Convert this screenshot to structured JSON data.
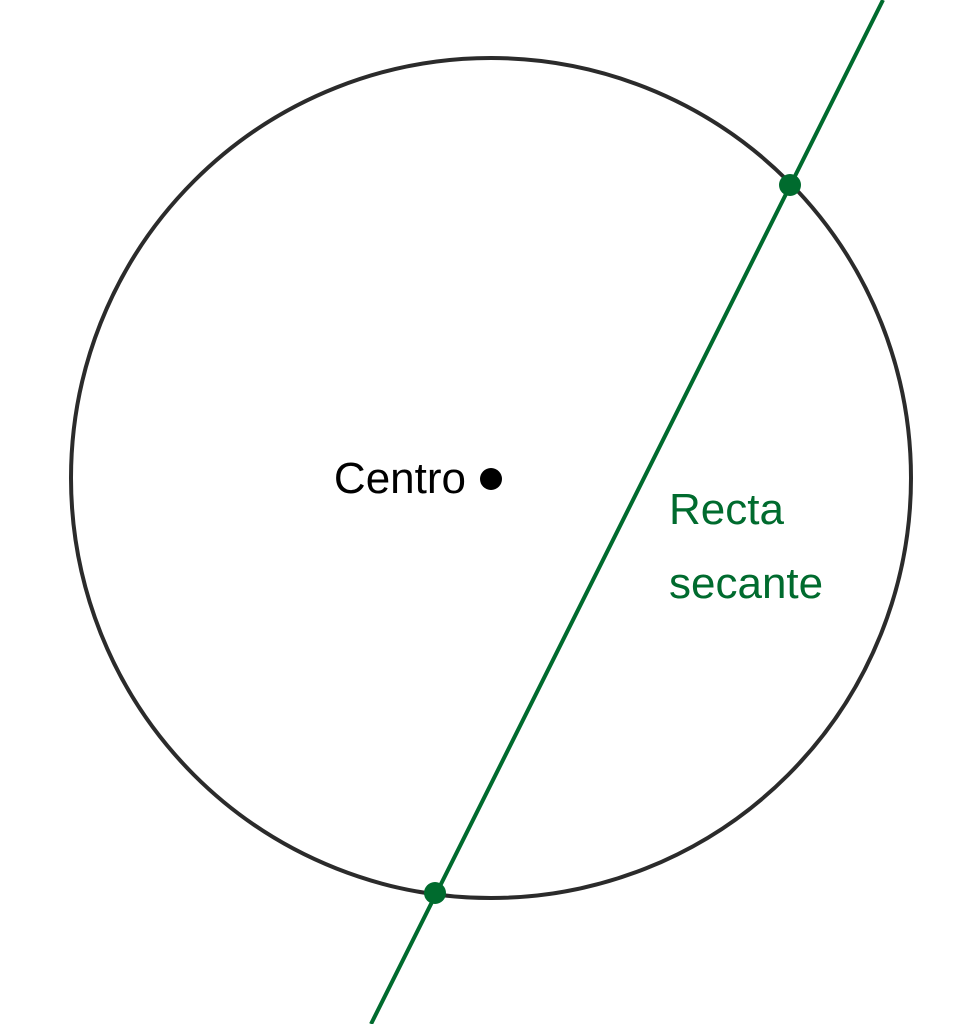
{
  "diagram": {
    "center_label": "Centro",
    "line_label_line1": "Recta",
    "line_label_line2": "secante",
    "colors": {
      "circle": "#2b2b2b",
      "line": "#006b2e",
      "center_point": "#000000",
      "center_text": "#000000",
      "line_text": "#006b2e"
    }
  }
}
